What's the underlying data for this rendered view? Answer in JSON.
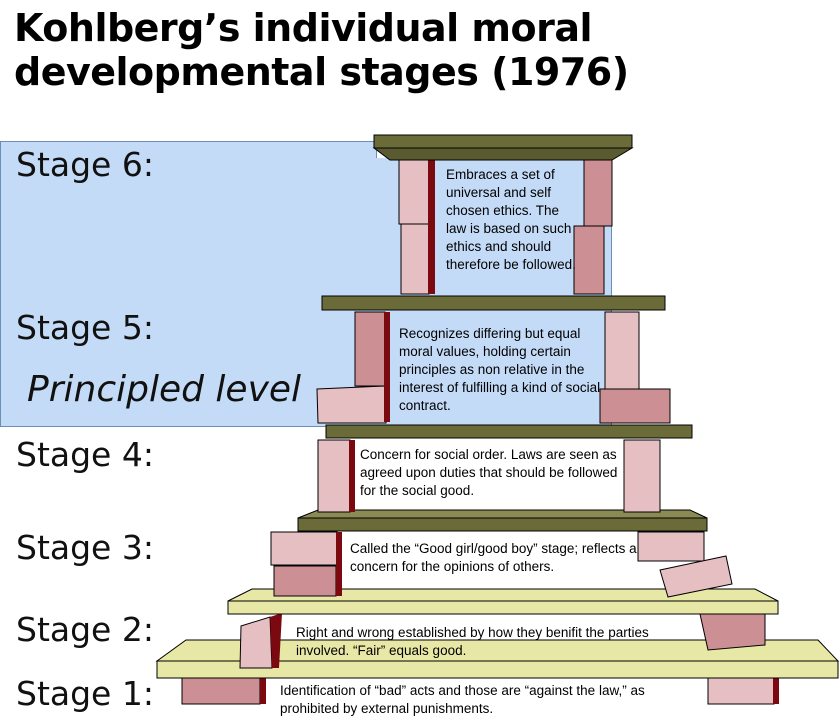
{
  "title": {
    "line1": "Kohlberg’s individual moral",
    "line2": "developmental stages (1976)"
  },
  "level_label": "Principled level",
  "stages": [
    {
      "label": "Stage 6:",
      "description": "Embraces a set of universal and self chosen ethics.  The law is based on such ethics and should therefore be followed."
    },
    {
      "label": "Stage 5:",
      "description": "Recognizes differing but equal moral values, holding certain principles as non relative in the interest of fulfilling a kind of social contract."
    },
    {
      "label": "Stage 4:",
      "description": "Concern for social order.  Laws are seen as agreed upon duties that should be followed for the social good."
    },
    {
      "label": "Stage 3:",
      "description": "Called the “Good girl/good boy” stage; reflects a concern for the opinions of others."
    },
    {
      "label": "Stage 2:",
      "description": "Right and wrong established by how they benifit the parties involved.  “Fair” equals good."
    },
    {
      "label": "Stage 1:",
      "description": "Identification of “bad” acts and those are “against the law,” as prohibited by external punishments."
    }
  ],
  "colors": {
    "highlight": "#c4dbf7",
    "plank_dark": "#6b6b3a",
    "plank_light": "#e8e8a6",
    "brick_pink": "#e6bfc3",
    "brick_rose": "#cc8f93",
    "brick_shadow": "#7a0a10"
  }
}
